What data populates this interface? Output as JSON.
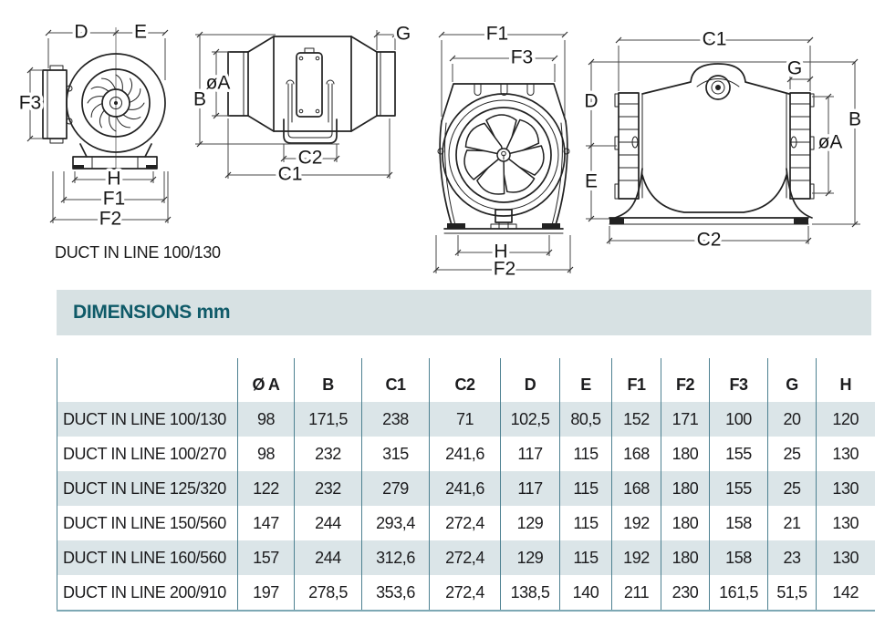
{
  "drawings": {
    "caption": "DUCT IN LINE 100/130",
    "labels": {
      "d": "D",
      "e": "E",
      "f1": "F1",
      "f2": "F2",
      "f3": "F3",
      "g": "G",
      "h": "H",
      "b": "B",
      "dia": "øA",
      "c1": "C1",
      "c2": "C2"
    }
  },
  "section": {
    "title": "DIMENSIONS mm"
  },
  "table": {
    "columns": [
      "Ø A",
      "B",
      "C1",
      "C2",
      "D",
      "E",
      "F1",
      "F2",
      "F3",
      "G",
      "H"
    ],
    "rows": [
      {
        "model": "DUCT IN LINE 100/130",
        "values": [
          "98",
          "171,5",
          "238",
          "71",
          "102,5",
          "80,5",
          "152",
          "171",
          "100",
          "20",
          "120"
        ]
      },
      {
        "model": "DUCT IN LINE 100/270",
        "values": [
          "98",
          "232",
          "315",
          "241,6",
          "117",
          "115",
          "168",
          "180",
          "155",
          "25",
          "130"
        ]
      },
      {
        "model": "DUCT IN LINE 125/320",
        "values": [
          "122",
          "232",
          "279",
          "241,6",
          "117",
          "115",
          "168",
          "180",
          "155",
          "25",
          "130"
        ]
      },
      {
        "model": "DUCT IN LINE 150/560",
        "values": [
          "147",
          "244",
          "293,4",
          "272,4",
          "129",
          "115",
          "192",
          "180",
          "158",
          "21",
          "130"
        ]
      },
      {
        "model": "DUCT IN LINE 160/560",
        "values": [
          "157",
          "244",
          "312,6",
          "272,4",
          "129",
          "115",
          "192",
          "180",
          "158",
          "23",
          "130"
        ]
      },
      {
        "model": "DUCT IN LINE 200/910",
        "values": [
          "197",
          "278,5",
          "353,6",
          "272,4",
          "138,5",
          "140",
          "211",
          "230",
          "161,5",
          "51,5",
          "142"
        ]
      }
    ],
    "colors": {
      "stripe": "#dbe5e8",
      "divider": "#4e8191",
      "bottom_border": "#7da8b4",
      "band_background": "#d7e1e3",
      "band_text": "#0f5a68",
      "line_art": "#222222"
    }
  }
}
